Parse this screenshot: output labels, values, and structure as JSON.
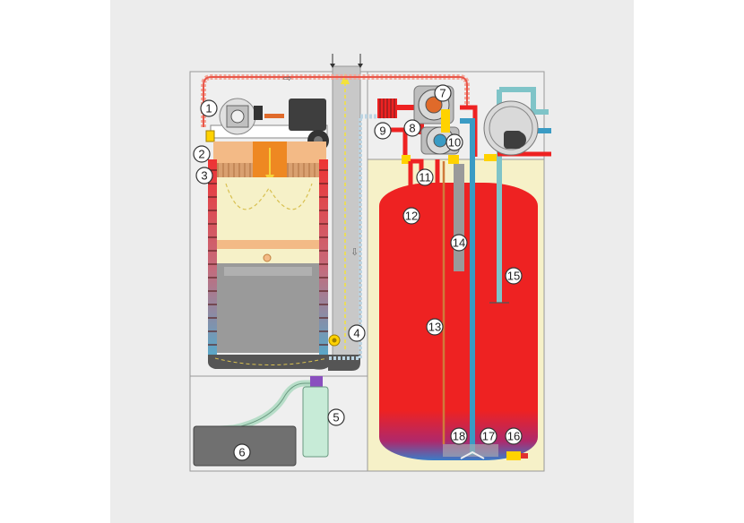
{
  "colors": {
    "canvas": "#ececec",
    "housing": "#efefef",
    "hot_water": "#ee2222",
    "cold_water": "#3a9bc4",
    "exhaust": "#bcd4e2",
    "insulation": "#f6f1c8",
    "heat_exchanger": "#f3ba86",
    "combustion": "#ee8822",
    "body_gray": "#9a9a9a",
    "dark": "#555555",
    "condensate": "#c7ebd7",
    "acid_neutralizer": "#707070",
    "mixing_valve": "#ffd200"
  },
  "callouts": [
    {
      "id": "1",
      "label": "1"
    },
    {
      "id": "2",
      "label": "2"
    },
    {
      "id": "3",
      "label": "3"
    },
    {
      "id": "4",
      "label": "4"
    },
    {
      "id": "5",
      "label": "5"
    },
    {
      "id": "6",
      "label": "6"
    },
    {
      "id": "7",
      "label": "7"
    },
    {
      "id": "8",
      "label": "8"
    },
    {
      "id": "9",
      "label": "9"
    },
    {
      "id": "10",
      "label": "10"
    },
    {
      "id": "11",
      "label": "11"
    },
    {
      "id": "12",
      "label": "12"
    },
    {
      "id": "13",
      "label": "13"
    },
    {
      "id": "14",
      "label": "14"
    },
    {
      "id": "15",
      "label": "15"
    },
    {
      "id": "16",
      "label": "16"
    },
    {
      "id": "17",
      "label": "17"
    },
    {
      "id": "18",
      "label": "18"
    }
  ]
}
